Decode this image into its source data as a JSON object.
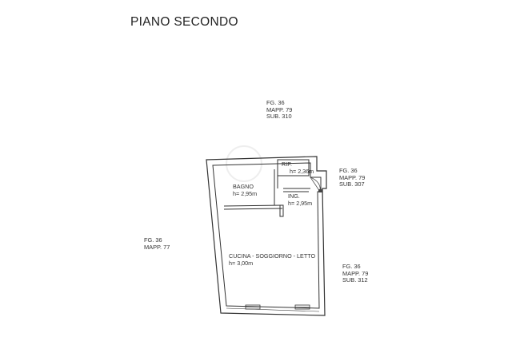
{
  "title": "PIANO SECONDO",
  "parcels": {
    "top": {
      "fg": "FG. 36",
      "mapp": "MAPP. 79",
      "sub": "SUB. 310"
    },
    "right": {
      "fg": "FG. 36",
      "mapp": "MAPP. 79",
      "sub": "SUB. 307"
    },
    "left": {
      "fg": "FG. 36",
      "mapp": "MAPP. 77"
    },
    "bottom": {
      "fg": "FG. 36",
      "mapp": "MAPP. 79",
      "sub": "SUB. 312"
    }
  },
  "rooms": {
    "ripostiglio": {
      "name": "RIP.",
      "height": "h= 2,36m"
    },
    "bagno": {
      "name": "BAGNO",
      "height": "h= 2,95m"
    },
    "ingresso": {
      "name": "ING.",
      "height": "h= 2,95m"
    },
    "cucina": {
      "name": "CUCINA - SOGGIORNO - LETTO",
      "height": "h= 3,00m"
    }
  }
}
